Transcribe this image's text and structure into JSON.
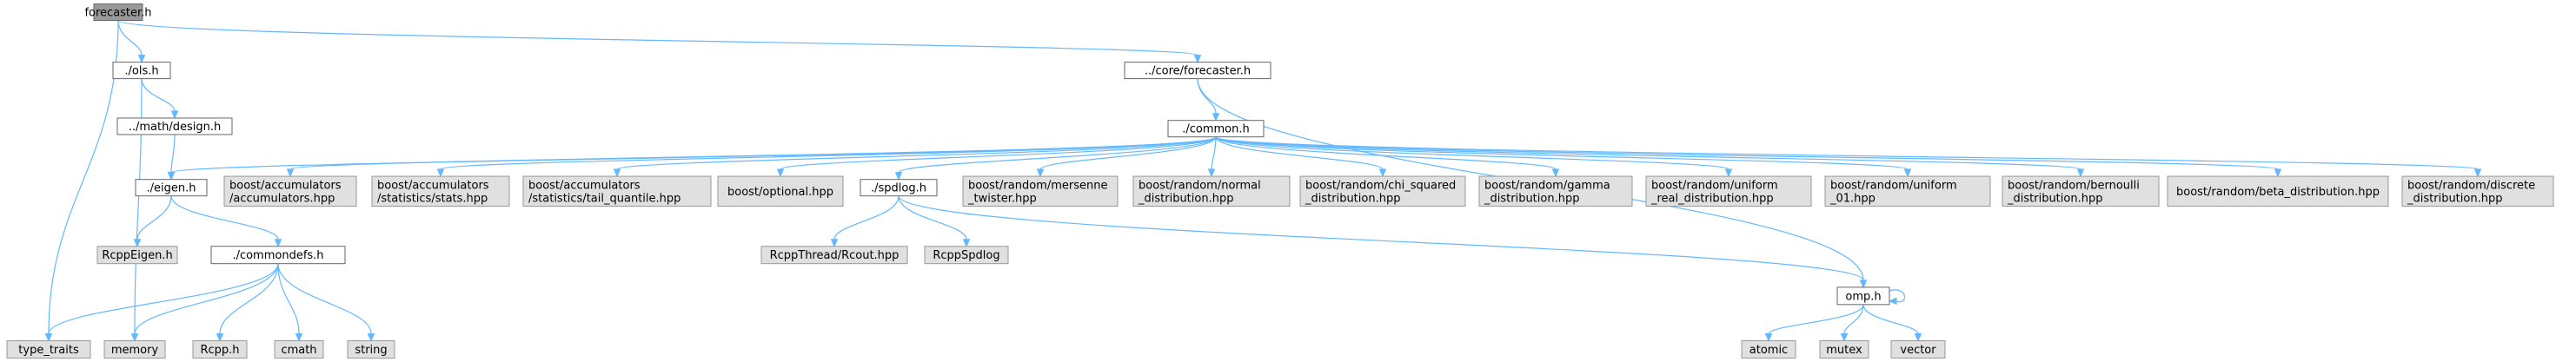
{
  "nodes": [
    {
      "id": "forecaster_h",
      "kind": "root",
      "lines": [
        "forecaster.h"
      ]
    },
    {
      "id": "ols_h",
      "kind": "local",
      "lines": [
        "./ols.h"
      ]
    },
    {
      "id": "core_forecaster_h",
      "kind": "local",
      "lines": [
        "../core/forecaster.h"
      ]
    },
    {
      "id": "math_design_h",
      "kind": "local",
      "lines": [
        "../math/design.h"
      ]
    },
    {
      "id": "common_h",
      "kind": "local",
      "lines": [
        "./common.h"
      ]
    },
    {
      "id": "eigen_h",
      "kind": "local",
      "lines": [
        "./eigen.h"
      ]
    },
    {
      "id": "acc_acc",
      "kind": "external",
      "lines": [
        "boost/accumulators",
        "/accumulators.hpp"
      ]
    },
    {
      "id": "acc_stats",
      "kind": "external",
      "lines": [
        "boost/accumulators",
        "/statistics/stats.hpp"
      ]
    },
    {
      "id": "acc_tail",
      "kind": "external",
      "lines": [
        "boost/accumulators",
        "/statistics/tail_quantile.hpp"
      ]
    },
    {
      "id": "boost_optional",
      "kind": "external",
      "lines": [
        "boost/optional.hpp"
      ]
    },
    {
      "id": "spdlog_h",
      "kind": "local",
      "lines": [
        "./spdlog.h"
      ]
    },
    {
      "id": "rand_mersenne",
      "kind": "external",
      "lines": [
        "boost/random/mersenne",
        "_twister.hpp"
      ]
    },
    {
      "id": "rand_normal",
      "kind": "external",
      "lines": [
        "boost/random/normal",
        "_distribution.hpp"
      ]
    },
    {
      "id": "rand_chi",
      "kind": "external",
      "lines": [
        "boost/random/chi_squared",
        "_distribution.hpp"
      ]
    },
    {
      "id": "rand_gamma",
      "kind": "external",
      "lines": [
        "boost/random/gamma",
        "_distribution.hpp"
      ]
    },
    {
      "id": "rand_uniform_real",
      "kind": "external",
      "lines": [
        "boost/random/uniform",
        "_real_distribution.hpp"
      ]
    },
    {
      "id": "rand_uniform01",
      "kind": "external",
      "lines": [
        "boost/random/uniform",
        "_01.hpp"
      ]
    },
    {
      "id": "rand_bernoulli",
      "kind": "external",
      "lines": [
        "boost/random/bernoulli",
        "_distribution.hpp"
      ]
    },
    {
      "id": "rand_beta",
      "kind": "external",
      "lines": [
        "boost/random/beta_distribution.hpp"
      ]
    },
    {
      "id": "rand_discrete",
      "kind": "external",
      "lines": [
        "boost/random/discrete",
        "_distribution.hpp"
      ]
    },
    {
      "id": "rcpp_eigen",
      "kind": "external",
      "lines": [
        "RcppEigen.h"
      ]
    },
    {
      "id": "commondefs_h",
      "kind": "local",
      "lines": [
        "./commondefs.h"
      ]
    },
    {
      "id": "rcpp_thread",
      "kind": "external",
      "lines": [
        "RcppThread/Rcout.hpp"
      ]
    },
    {
      "id": "rcpp_spdlog",
      "kind": "external",
      "lines": [
        "RcppSpdlog"
      ]
    },
    {
      "id": "omp_h",
      "kind": "local",
      "lines": [
        "omp.h"
      ]
    },
    {
      "id": "type_traits",
      "kind": "external",
      "lines": [
        "type_traits"
      ]
    },
    {
      "id": "memory",
      "kind": "external",
      "lines": [
        "memory"
      ]
    },
    {
      "id": "rcpp_h",
      "kind": "external",
      "lines": [
        "Rcpp.h"
      ]
    },
    {
      "id": "cmath",
      "kind": "external",
      "lines": [
        "cmath"
      ]
    },
    {
      "id": "string",
      "kind": "external",
      "lines": [
        "string"
      ]
    },
    {
      "id": "atomic",
      "kind": "external",
      "lines": [
        "atomic"
      ]
    },
    {
      "id": "mutex",
      "kind": "external",
      "lines": [
        "mutex"
      ]
    },
    {
      "id": "vector",
      "kind": "external",
      "lines": [
        "vector"
      ]
    }
  ],
  "edges": [
    [
      "forecaster_h",
      "ols_h"
    ],
    [
      "forecaster_h",
      "core_forecaster_h"
    ],
    [
      "forecaster_h",
      "type_traits"
    ],
    [
      "ols_h",
      "math_design_h"
    ],
    [
      "ols_h",
      "memory"
    ],
    [
      "math_design_h",
      "eigen_h"
    ],
    [
      "core_forecaster_h",
      "common_h"
    ],
    [
      "core_forecaster_h",
      "omp_h"
    ],
    [
      "common_h",
      "eigen_h"
    ],
    [
      "common_h",
      "acc_acc"
    ],
    [
      "common_h",
      "acc_stats"
    ],
    [
      "common_h",
      "acc_tail"
    ],
    [
      "common_h",
      "boost_optional"
    ],
    [
      "common_h",
      "spdlog_h"
    ],
    [
      "common_h",
      "rand_mersenne"
    ],
    [
      "common_h",
      "rand_normal"
    ],
    [
      "common_h",
      "rand_chi"
    ],
    [
      "common_h",
      "rand_gamma"
    ],
    [
      "common_h",
      "rand_uniform_real"
    ],
    [
      "common_h",
      "rand_uniform01"
    ],
    [
      "common_h",
      "rand_bernoulli"
    ],
    [
      "common_h",
      "rand_beta"
    ],
    [
      "common_h",
      "rand_discrete"
    ],
    [
      "eigen_h",
      "rcpp_eigen"
    ],
    [
      "eigen_h",
      "commondefs_h"
    ],
    [
      "commondefs_h",
      "type_traits"
    ],
    [
      "commondefs_h",
      "memory"
    ],
    [
      "commondefs_h",
      "rcpp_h"
    ],
    [
      "commondefs_h",
      "cmath"
    ],
    [
      "commondefs_h",
      "string"
    ],
    [
      "spdlog_h",
      "rcpp_thread"
    ],
    [
      "spdlog_h",
      "rcpp_spdlog"
    ],
    [
      "spdlog_h",
      "omp_h"
    ],
    [
      "omp_h",
      "omp_h"
    ],
    [
      "omp_h",
      "atomic"
    ],
    [
      "omp_h",
      "mutex"
    ],
    [
      "omp_h",
      "vector"
    ]
  ],
  "colors": {
    "edge": "#63b8ff",
    "root_fill": "#999999",
    "local_fill": "#ffffff",
    "external_fill": "#e0e0e0"
  }
}
